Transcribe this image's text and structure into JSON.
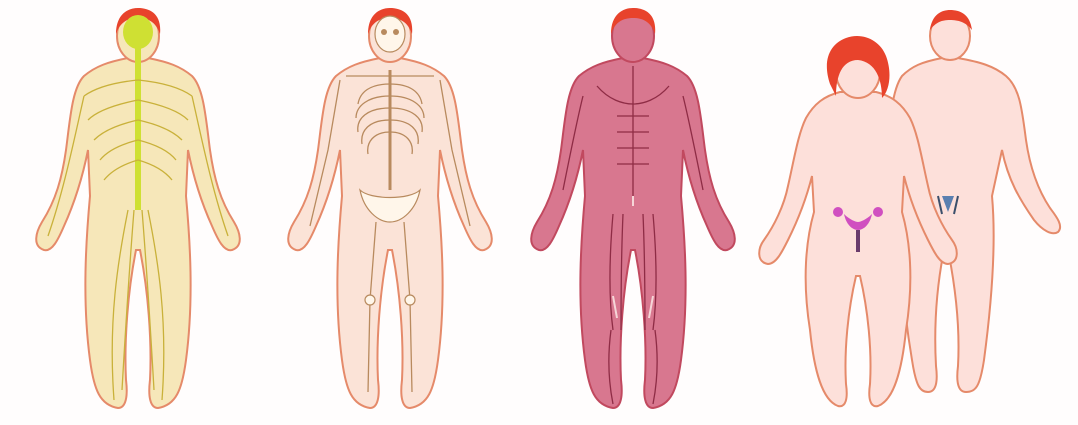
{
  "figures": [
    {
      "system": "nervous",
      "skin": "#f6e7b9",
      "outline": "#e58a6a",
      "hair": "#e8432c",
      "accent": "#cfe033",
      "detail": "#c9b13a"
    },
    {
      "system": "skeletal",
      "skin": "#fbe3d7",
      "outline": "#e58a6a",
      "hair": "#e8432c",
      "accent": "#fff6ea",
      "detail": "#b88a5e"
    },
    {
      "system": "muscular",
      "skin": "#d8778f",
      "outline": "#c1495f",
      "hair": "#e8432c",
      "accent": "#f6d6d8",
      "detail": "#8e2c45"
    },
    {
      "system": "reproductive-female",
      "skin": "#fde0da",
      "outline": "#e58a6a",
      "hair": "#e8432c",
      "accent": "#d04fc0",
      "detail": "#6a3b6b"
    },
    {
      "system": "reproductive-male",
      "skin": "#fde0da",
      "outline": "#e58a6a",
      "hair": "#e8432c",
      "accent": "#5a7fb0",
      "detail": "#3b4f6b"
    }
  ]
}
